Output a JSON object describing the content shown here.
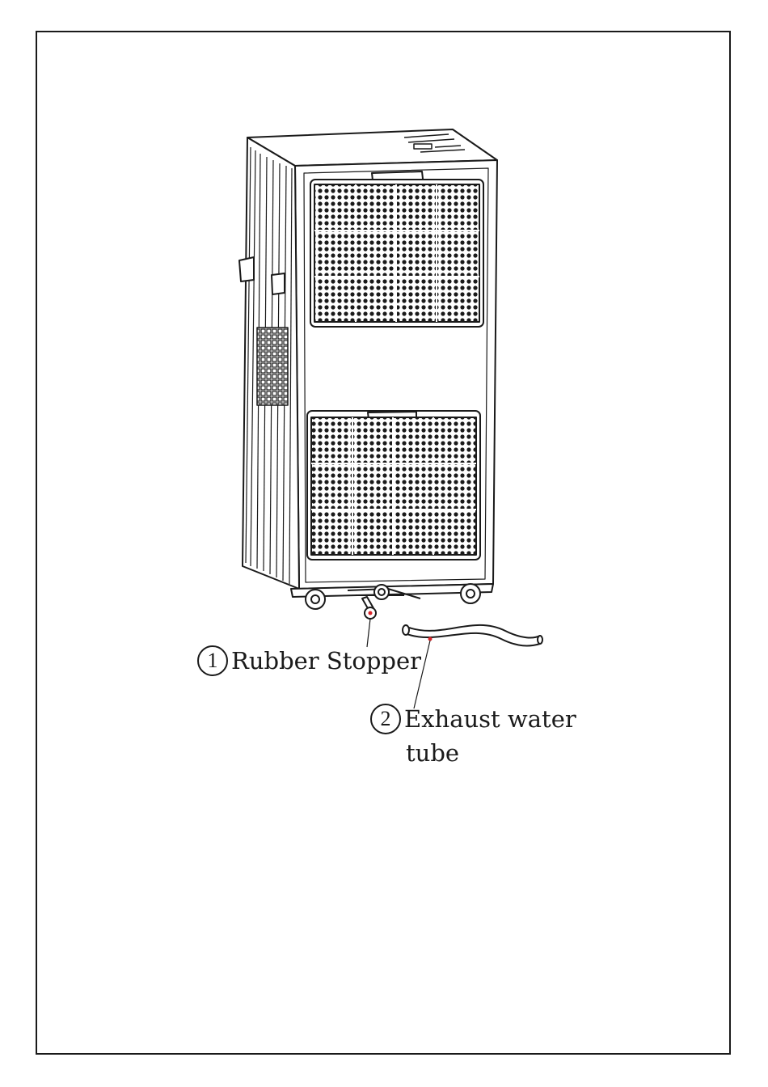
{
  "callouts": [
    {
      "number": "1",
      "label": "Rubber Stopper"
    },
    {
      "number": "2",
      "label_line1": "Exhaust water",
      "label_line2": "tube"
    }
  ],
  "colors": {
    "outline": "#1a1a1a",
    "marker": "#d9262b",
    "fill": "#ffffff"
  },
  "icons": [
    "portable-air-conditioner-illustration",
    "rubber-stopper-icon",
    "exhaust-water-tube-icon"
  ]
}
